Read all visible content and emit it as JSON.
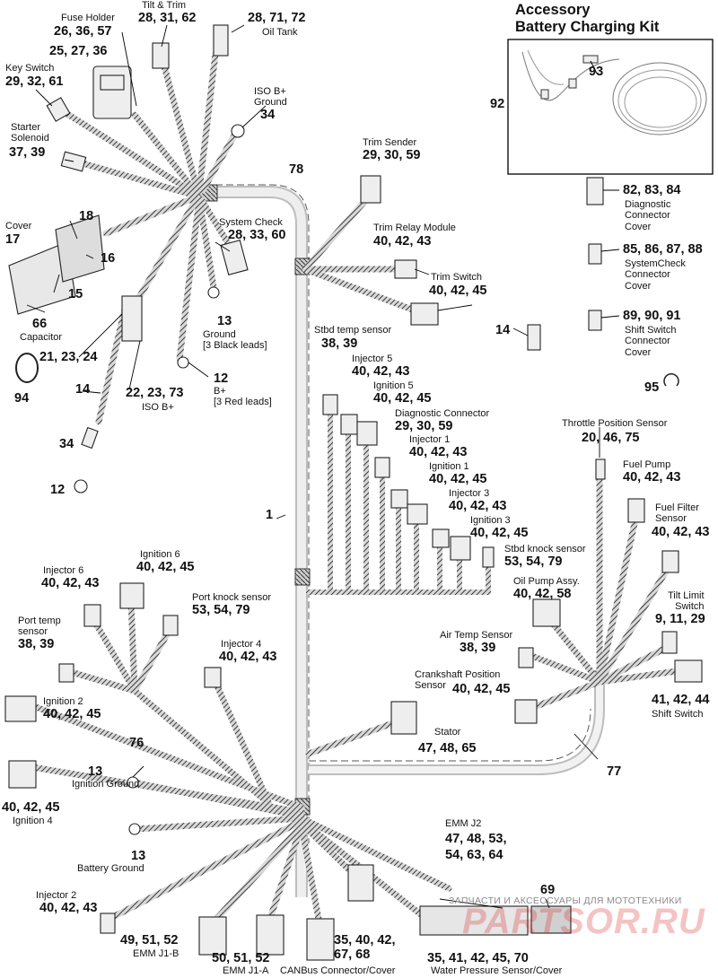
{
  "callouts": {
    "fuse_holder": {
      "name": "Fuse Holder",
      "nums": "26, 36, 57"
    },
    "fuse_holder_2": {
      "nums": "25, 27, 36"
    },
    "tilt_trim": {
      "name": "Tilt & Trim",
      "nums": "28, 31, 62"
    },
    "oil_tank": {
      "name": "Oil Tank",
      "nums": "28, 71, 72"
    },
    "key_switch": {
      "name": "Key Switch",
      "nums": "29, 32, 61"
    },
    "iso_b_ground": {
      "name": "ISO B+\nGround",
      "nums": "34"
    },
    "starter_solenoid": {
      "name": "Starter\nSolenoid",
      "nums": "37, 39"
    },
    "harness_78": {
      "nums": "78"
    },
    "trim_sender": {
      "name": "Trim Sender",
      "nums": "29, 30, 59"
    },
    "cover": {
      "name": "Cover",
      "nums": "17"
    },
    "cover_18": {
      "nums": "18"
    },
    "cover_16": {
      "nums": "16"
    },
    "cover_15": {
      "nums": "15"
    },
    "system_check": {
      "name": "System Check",
      "nums": "28, 33, 60"
    },
    "trim_relay": {
      "name": "Trim Relay Module",
      "nums": "40, 42, 43"
    },
    "capacitor": {
      "name": "Capacitor",
      "nums": "66"
    },
    "ground_black": {
      "name": "Ground\n[3 Black leads]",
      "nums": "13"
    },
    "trim_switch": {
      "name": "Trim Switch",
      "nums": "40, 42, 45"
    },
    "n21": {
      "nums": "21, 23, 24"
    },
    "stbd_temp": {
      "name": "Stbd temp sensor",
      "nums": "38, 39"
    },
    "b_plus_red": {
      "name": "B+\n[3 Red leads]",
      "nums": "12"
    },
    "n94": {
      "nums": "94"
    },
    "n14a": {
      "nums": "14"
    },
    "iso_b": {
      "name": "ISO B+",
      "nums": "22, 23, 73"
    },
    "injector5": {
      "name": "Injector 5",
      "nums": "40, 42, 43"
    },
    "ignition5": {
      "name": "Ignition 5",
      "nums": "40, 42, 45"
    },
    "n14b": {
      "nums": "14"
    },
    "diag_conn": {
      "name": "Diagnostic Connector",
      "nums": "29, 30, 59"
    },
    "n34": {
      "nums": "34"
    },
    "n12": {
      "nums": "12"
    },
    "injector1": {
      "name": "Injector 1",
      "nums": "40, 42, 43"
    },
    "ignition1": {
      "name": "Ignition 1",
      "nums": "40, 42, 45"
    },
    "injector3": {
      "name": "Injector 3",
      "nums": "40, 42, 43"
    },
    "ignition3": {
      "name": "Ignition 3",
      "nums": "40, 42, 45"
    },
    "harness_1": {
      "nums": "1"
    },
    "stbd_knock": {
      "name": "Stbd knock sensor",
      "nums": "53, 54, 79"
    },
    "throttle_pos": {
      "name": "Throttle Position Sensor",
      "nums": "20, 46, 75"
    },
    "fuel_pump": {
      "name": "Fuel Pump",
      "nums": "40, 42, 43"
    },
    "fuel_filter": {
      "name": "Fuel Filter\nSensor",
      "nums": "40, 42, 43"
    },
    "ignition6": {
      "name": "Ignition 6",
      "nums": "40, 42, 45"
    },
    "injector6": {
      "name": "Injector 6",
      "nums": "40, 42, 43"
    },
    "port_knock": {
      "name": "Port knock sensor",
      "nums": "53, 54, 79"
    },
    "port_temp": {
      "name": "Port temp\nsensor",
      "nums": "38, 39"
    },
    "injector4": {
      "name": "Injector 4",
      "nums": "40, 42, 43"
    },
    "oil_pump": {
      "name": "Oil Pump Assy.",
      "nums": "40, 42, 58"
    },
    "tilt_limit": {
      "name": "Tilt Limit\nSwitch",
      "nums": "9, 11, 29"
    },
    "air_temp": {
      "name": "Air Temp Sensor",
      "nums": "38, 39"
    },
    "ignition2": {
      "name": "Ignition 2",
      "nums": "40, 42, 45"
    },
    "crankshaft": {
      "name": "Crankshaft Position\nSensor",
      "nums": "40, 42, 45"
    },
    "shift_switch": {
      "name": "Shift Switch",
      "nums": "41, 42, 44"
    },
    "harness_76": {
      "nums": "76"
    },
    "stator": {
      "name": "Stator",
      "nums": "47, 48, 65"
    },
    "ignition_ground": {
      "name": "Ignition Ground",
      "nums": "13"
    },
    "harness_77": {
      "nums": "77"
    },
    "ignition4": {
      "name": "Ignition 4",
      "nums": "40, 42, 45"
    },
    "battery_ground": {
      "name": "Battery Ground",
      "nums": "13"
    },
    "emm_j2": {
      "name": "EMM J2",
      "nums": "47, 48, 53,\n54, 63, 64"
    },
    "n69": {
      "nums": "69"
    },
    "injector2": {
      "name": "Injector 2",
      "nums": "40, 42, 43"
    },
    "emm_j1b": {
      "name": "EMM J1-B",
      "nums": "49, 51, 52"
    },
    "emm_j1a": {
      "name": "EMM J1-A",
      "nums": "50, 51, 52"
    },
    "canbus": {
      "name": "CANBus Connector/Cover",
      "nums": "35, 40, 42,\n67, 68"
    },
    "water_pressure": {
      "name": "Water Pressure Sensor/Cover",
      "nums": "35, 41, 42, 45, 70"
    }
  },
  "accessory": {
    "title": "Accessory\nBattery Charging Kit",
    "kit": "92",
    "part": "93"
  },
  "covers": {
    "diagnostic": {
      "name": "Diagnostic\nConnector\nCover",
      "nums": "82, 83, 84"
    },
    "systemcheck": {
      "name": "SystemCheck\nConnector\nCover",
      "nums": "85, 86, 87, 88"
    },
    "shift_switch": {
      "name": "Shift Switch\nConnector\nCover",
      "nums": "89, 90, 91"
    },
    "n14": "14",
    "n95": "95"
  },
  "watermark": {
    "text": "ЗАПЧАСТИ И АКСЕССУАРЫ ДЛЯ МОТОТЕХНИКИ",
    "logo": "PARTSOR.RU"
  }
}
